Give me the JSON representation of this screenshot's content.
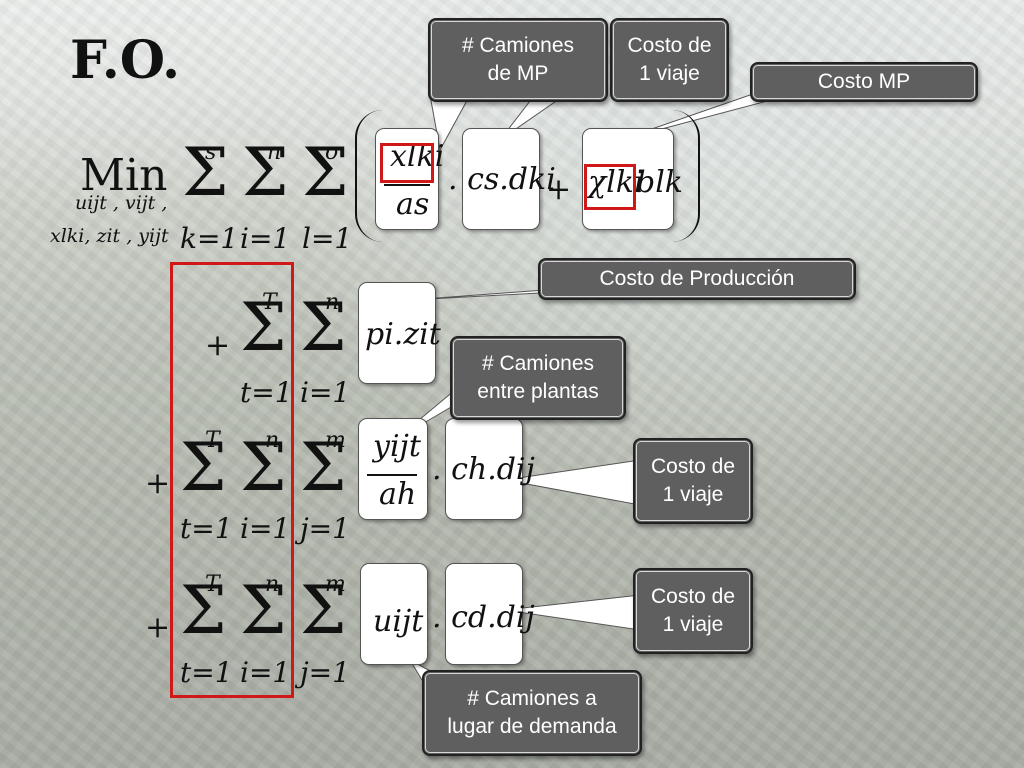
{
  "title": "F.O.",
  "objective": {
    "min_label": "Min",
    "variables_line1": "uijt , vijt ,",
    "variables_line2": "xlki, zit , yijt"
  },
  "sum_upper": {
    "s": "s",
    "n": "n",
    "o": "o",
    "T": "T",
    "m": "m"
  },
  "sum_lower": {
    "k": "k=1",
    "i": "i=1",
    "l": "l=1",
    "t": "t=1",
    "j": "j=1"
  },
  "terms": {
    "row1": {
      "num": "xlki",
      "den": "as",
      "cost": ". cs.dki",
      "plus": "+",
      "chi": "χlki",
      "b": "blk"
    },
    "row2": {
      "plus": "+",
      "prod": "pi.zit"
    },
    "row3": {
      "plus": "+",
      "num": "yijt",
      "den": "ah",
      "cost": ". ch.dij"
    },
    "row4": {
      "plus": "+",
      "u": "uijt",
      "cost": ". cd.dij"
    }
  },
  "callouts": {
    "camiones_mp": "# Camiones\nde MP",
    "costo_viaje_1": "Costo de\n1 viaje",
    "costo_mp": "Costo MP",
    "costo_produccion": "Costo de Producción",
    "camiones_plantas": "# Camiones\nentre plantas",
    "costo_viaje_2": "Costo de\n1 viaje",
    "costo_viaje_3": "Costo de\n1 viaje",
    "camiones_demanda": "# Camiones a\nlugar de demanda"
  },
  "colors": {
    "callout_fill": "#5f5f5f",
    "highlight": "#d01818"
  }
}
